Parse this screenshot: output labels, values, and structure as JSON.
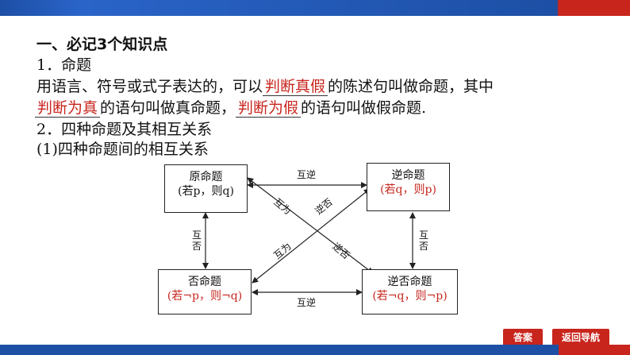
{
  "heading": "一、必记3个知识点",
  "section1": {
    "title": "1．命题",
    "line1_before": "用语言、符号或式子表达的，可以",
    "blank1": "判断真假",
    "line1_after": "的陈述句叫做命题，其中",
    "blank2": "判断为真",
    "line2_middle": "的语句叫做真命题，",
    "blank3": "判断为假",
    "line2_after": "的语句叫做假命题."
  },
  "section2": {
    "title": "2．四种命题及其相互关系",
    "sub": "(1)四种命题间的相互关系"
  },
  "diagram": {
    "original": {
      "title": "原命题",
      "cond": "(若p，则q)"
    },
    "converse": {
      "title": "逆命题",
      "cond": "(若q，则p)"
    },
    "inverse": {
      "title": "否命题",
      "cond": "(若¬p，则¬q)"
    },
    "contrapositive": {
      "title": "逆否命题",
      "cond": "(若¬q，则¬p)"
    },
    "top_label": "互逆",
    "bottom_label": "互逆",
    "left_label": "互否",
    "right_label": "互否",
    "diag1_label": "互为",
    "diag2_label": "逆否",
    "diag3_label": "互为",
    "diag4_label": "逆否"
  },
  "buttons": {
    "answer": "答案",
    "back": "返回导航"
  },
  "colors": {
    "accent_red": "#c8251d",
    "bar_blue": "#1d4fa5"
  }
}
